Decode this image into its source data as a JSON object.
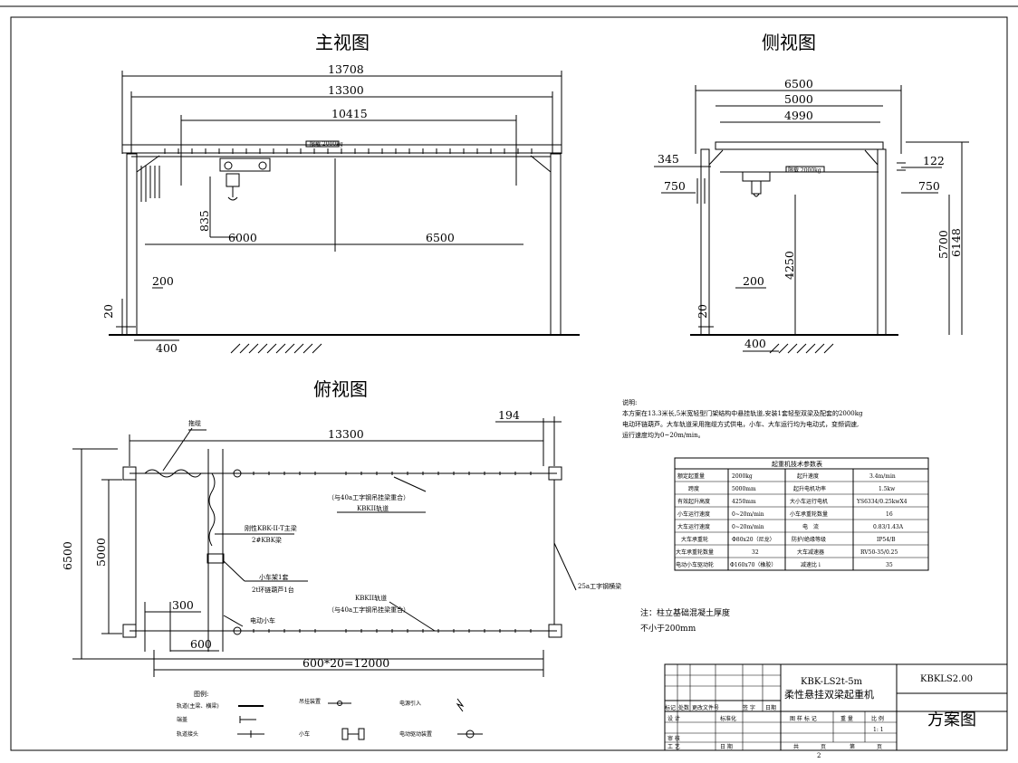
{
  "views": {
    "front": "主视图",
    "side": "侧视图",
    "top": "俯视图"
  },
  "front_dims": {
    "overall": "13708",
    "span": "13300",
    "rail": "10415",
    "left": "6000",
    "right": "6500",
    "hook": "835",
    "col": "200",
    "base_h": "20",
    "base_w": "400",
    "beam_tag": "限载 2000kg"
  },
  "side_dims": {
    "overall": "6500",
    "span": "5000",
    "rail": "4990",
    "left_off": "345",
    "left_ov": "750",
    "right_top": "122",
    "right_ov": "750",
    "hook_h": "4250",
    "clear_h": "5700",
    "total_h": "6148",
    "col": "200",
    "base_h": "20",
    "base_w": "400",
    "beam_tag": "限载 2000kg"
  },
  "top_dims": {
    "span": "13300",
    "end": "194",
    "width": "6500",
    "inner": "5000",
    "off1": "300",
    "off2": "600",
    "bottom": "600*20=12000"
  },
  "top_labels": {
    "cable": "拖缆",
    "rail_note1": "（与40a工字钢吊挂梁重合）",
    "rail1": "KBKII轨道",
    "girder": "刚性KBK-II-T主梁",
    "girder2": "2#KBK梁",
    "trolley": "小车架1套",
    "hoist": "2t环链葫芦1台",
    "electric": "电动小车",
    "rail2": "KBKII轨道",
    "rail_note2": "（与40a工字钢吊挂梁重合）",
    "beam": "25a工字钢横梁"
  },
  "notes": {
    "title": "说明:",
    "lines": [
      "本方案在13.3米长,5米宽轻型门架结构中悬挂轨道,安装1套轻型双梁及配套的2000kg",
      "电动环链葫芦。大车轨道采用拖缆方式供电，小车、大车运行均为电动式，变频调速,",
      "运行速度均为0~20m/min。"
    ]
  },
  "specs": {
    "title": "起重机技术参数表",
    "rows": [
      [
        "额定起重量",
        "2000kg",
        "起升速度",
        "3.4m/min"
      ],
      [
        "跨度",
        "5000mm",
        "起升电机功率",
        "1.5kw"
      ],
      [
        "有效起升高度",
        "4250mm",
        "大小车运行电机",
        "YS6334/0.25kwX4"
      ],
      [
        "小车运行速度",
        "0~20m/min",
        "小车承重轮数量",
        "16"
      ],
      [
        "大车运行速度",
        "0~20m/min",
        "电　流",
        "0.83/1.43A"
      ],
      [
        "大车承重轮",
        "Φ80x20（尼龙）",
        "防护/绝缘等级",
        "IP54/B"
      ],
      [
        "大车承重轮数量",
        "32",
        "大车减速器",
        "RV50-35/0.25"
      ],
      [
        "电动小车驱动轮",
        "Φ160x70（橡胶）",
        "减速比 i",
        "35"
      ]
    ]
  },
  "foundation": {
    "line1": "注：柱立基础混凝土厚度",
    "line2": "不小于200mm"
  },
  "legend": {
    "title": "图例:",
    "items": [
      "轨道(主梁、横梁)",
      "端盖",
      "轨道接头",
      "吊挂装置",
      "小车",
      "电源引入",
      "电动驱动装置"
    ]
  },
  "title_block": {
    "name1": "KBK-LS2t-5m",
    "name2": "柔性悬挂双梁起重机",
    "code": "KBKLS2.00",
    "drawing": "方案图",
    "hdr": [
      "标记",
      "处数",
      "更改文件号",
      "签 字",
      "日期"
    ],
    "design": "设 计",
    "std": "标准化",
    "check": "审 核",
    "process": "工 艺",
    "date": "日 期",
    "stage": "图 样 标 记",
    "weight": "重 量",
    "scale": "比 例",
    "scale_val": "1: 1",
    "total": "共",
    "sheet": "页",
    "no": "第",
    "page": "页",
    "page_num": "2"
  }
}
